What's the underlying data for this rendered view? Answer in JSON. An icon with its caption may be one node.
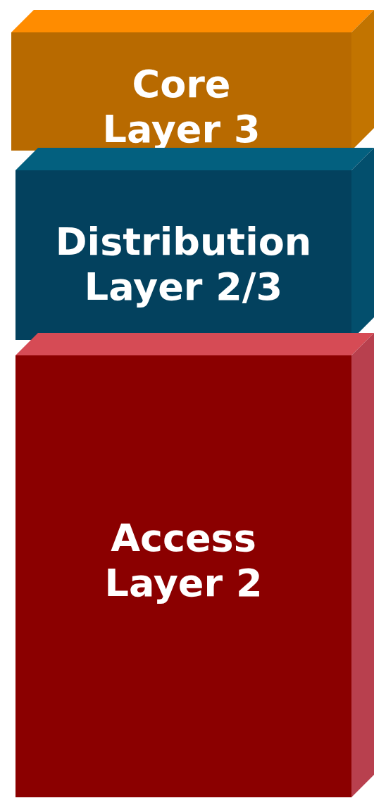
{
  "diagram": {
    "nodes": [
      {
        "text": [
          "Core",
          "Layer 3"
        ]
      },
      {
        "text": [
          "Distribution",
          "Layer 2/3"
        ]
      },
      {
        "text": [
          "Access",
          "Layer 2"
        ]
      }
    ]
  }
}
